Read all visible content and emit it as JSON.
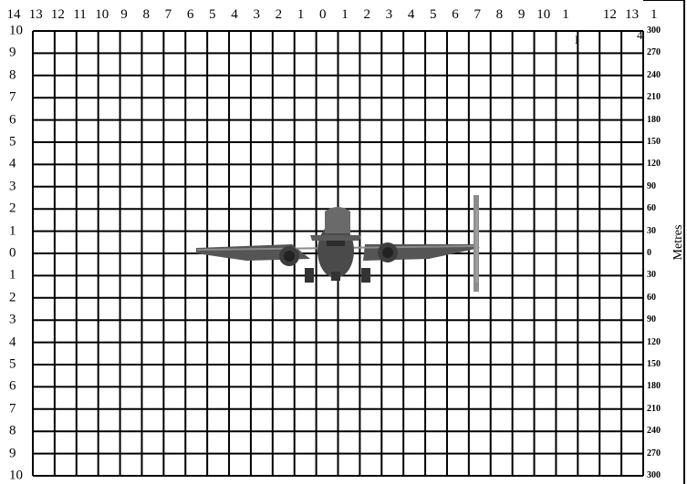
{
  "grid": {
    "top_labels": [
      "14",
      "13",
      "12",
      "11",
      "10",
      "9",
      "8",
      "7",
      "6",
      "5",
      "4",
      "3",
      "2",
      "1",
      "0",
      "1",
      "2",
      "3",
      "4",
      "5",
      "6",
      "7",
      "8",
      "9",
      "10",
      "1",
      "",
      "12",
      "13",
      "1"
    ],
    "left_labels": [
      "10",
      "9",
      "8",
      "7",
      "6",
      "5",
      "4",
      "3",
      "2",
      "1",
      "0",
      "1",
      "2",
      "3",
      "4",
      "5",
      "6",
      "7",
      "8",
      "9",
      "10"
    ],
    "right_labels": [
      "300",
      "270",
      "240",
      "210",
      "180",
      "150",
      "120",
      "90",
      "60",
      "30",
      "0",
      "30",
      "60",
      "90",
      "120",
      "150",
      "180",
      "210",
      "240",
      "270",
      "300"
    ],
    "unit_label": "Metres",
    "stray_marks": [
      "I",
      "4"
    ],
    "line_color": "#000000"
  },
  "aircraft": {
    "icon": "aircraft-front-view-icon",
    "color": "#555555"
  }
}
